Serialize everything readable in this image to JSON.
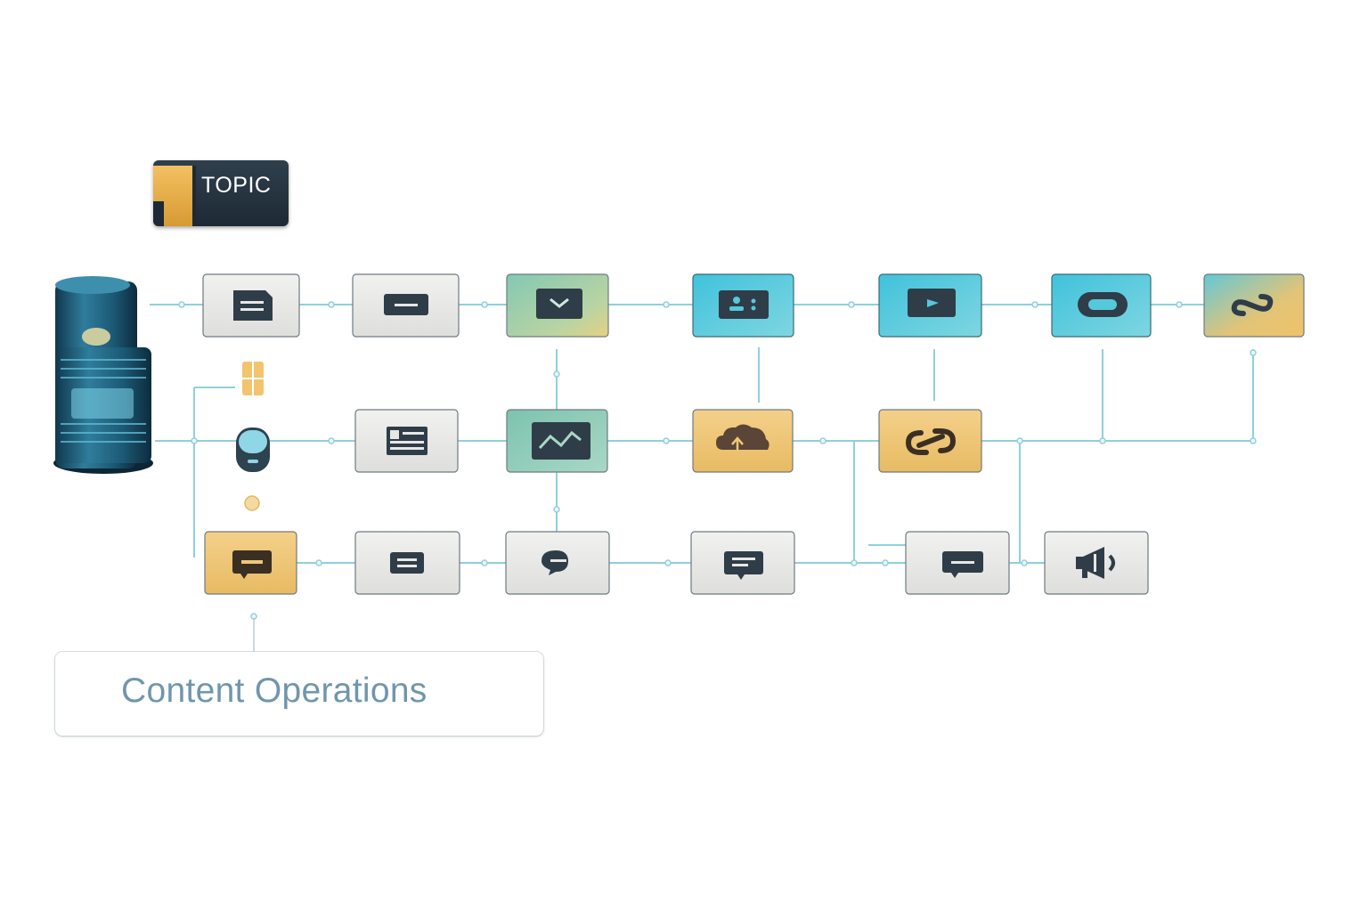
{
  "topic_badge": {
    "label": "TOPIC"
  },
  "title": "Content Operations",
  "colors": {
    "line": "#8fd0de",
    "gray_node": "#e7e7e4",
    "gold_node": "#efc778",
    "teal_node": "#55c8dc",
    "icon": "#2f3d48",
    "title_text": "#6f97ab"
  },
  "nodes": [
    {
      "id": "r1-1",
      "icon": "document-icon",
      "style": "gray"
    },
    {
      "id": "r1-2",
      "icon": "minus-icon",
      "style": "gray"
    },
    {
      "id": "r1-3",
      "icon": "check-icon",
      "style": "green-gold"
    },
    {
      "id": "r1-4",
      "icon": "people-icon",
      "style": "teal"
    },
    {
      "id": "r1-5",
      "icon": "video-icon",
      "style": "teal"
    },
    {
      "id": "r1-6",
      "icon": "toggle-icon",
      "style": "teal"
    },
    {
      "id": "r1-7",
      "icon": "link-icon",
      "style": "teal-gold"
    },
    {
      "id": "r2-1",
      "icon": "list-icon",
      "style": "gray"
    },
    {
      "id": "r2-2",
      "icon": "chart-icon",
      "style": "green"
    },
    {
      "id": "r2-3",
      "icon": "cloud-icon",
      "style": "gold"
    },
    {
      "id": "r2-4",
      "icon": "link-icon",
      "style": "gold"
    },
    {
      "id": "r3-1",
      "icon": "message-icon",
      "style": "gold"
    },
    {
      "id": "r3-2",
      "icon": "text-icon",
      "style": "gray"
    },
    {
      "id": "r3-3",
      "icon": "chat-icon",
      "style": "gray"
    },
    {
      "id": "r3-4",
      "icon": "comment-icon",
      "style": "gray"
    },
    {
      "id": "r3-5",
      "icon": "message-icon",
      "style": "gray"
    },
    {
      "id": "r3-6",
      "icon": "megaphone-icon",
      "style": "gray"
    }
  ]
}
